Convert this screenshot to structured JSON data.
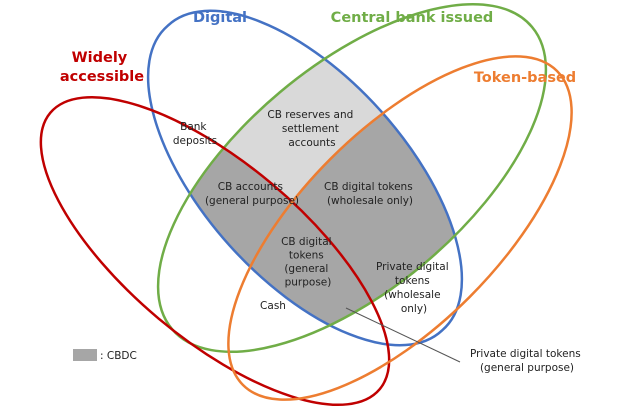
{
  "sets": {
    "digital": {
      "label": "Digital",
      "color": "#4472C4"
    },
    "central_bank": {
      "label": "Central bank issued",
      "color": "#70AD47"
    },
    "widely_accessible": {
      "label_lines": [
        "Widely",
        "accessible"
      ],
      "color": "#C00000"
    },
    "token_based": {
      "label": "Token-based",
      "color": "#ED7D31"
    }
  },
  "regions": {
    "cb_reserves": [
      "CB reserves and",
      "settlement",
      "accounts"
    ],
    "bank_deposits": [
      "Bank",
      "deposits"
    ],
    "cb_accounts": [
      "CB accounts",
      "(general purpose)"
    ],
    "cb_tokens_wholesale": [
      "CB digital tokens",
      "(wholesale only)"
    ],
    "cb_tokens_general": [
      "CB digital",
      "tokens",
      "(general",
      "purpose)"
    ],
    "private_wholesale": [
      "Private digital",
      "tokens",
      "(wholesale",
      "only)"
    ],
    "cash": [
      "Cash"
    ],
    "private_general": [
      "Private digital tokens",
      "(general purpose)"
    ]
  },
  "legend": {
    "label": ": CBDC",
    "color": "#A6A6A6"
  },
  "fills": {
    "light": "#D9D9D9",
    "dark": "#A6A6A6"
  }
}
